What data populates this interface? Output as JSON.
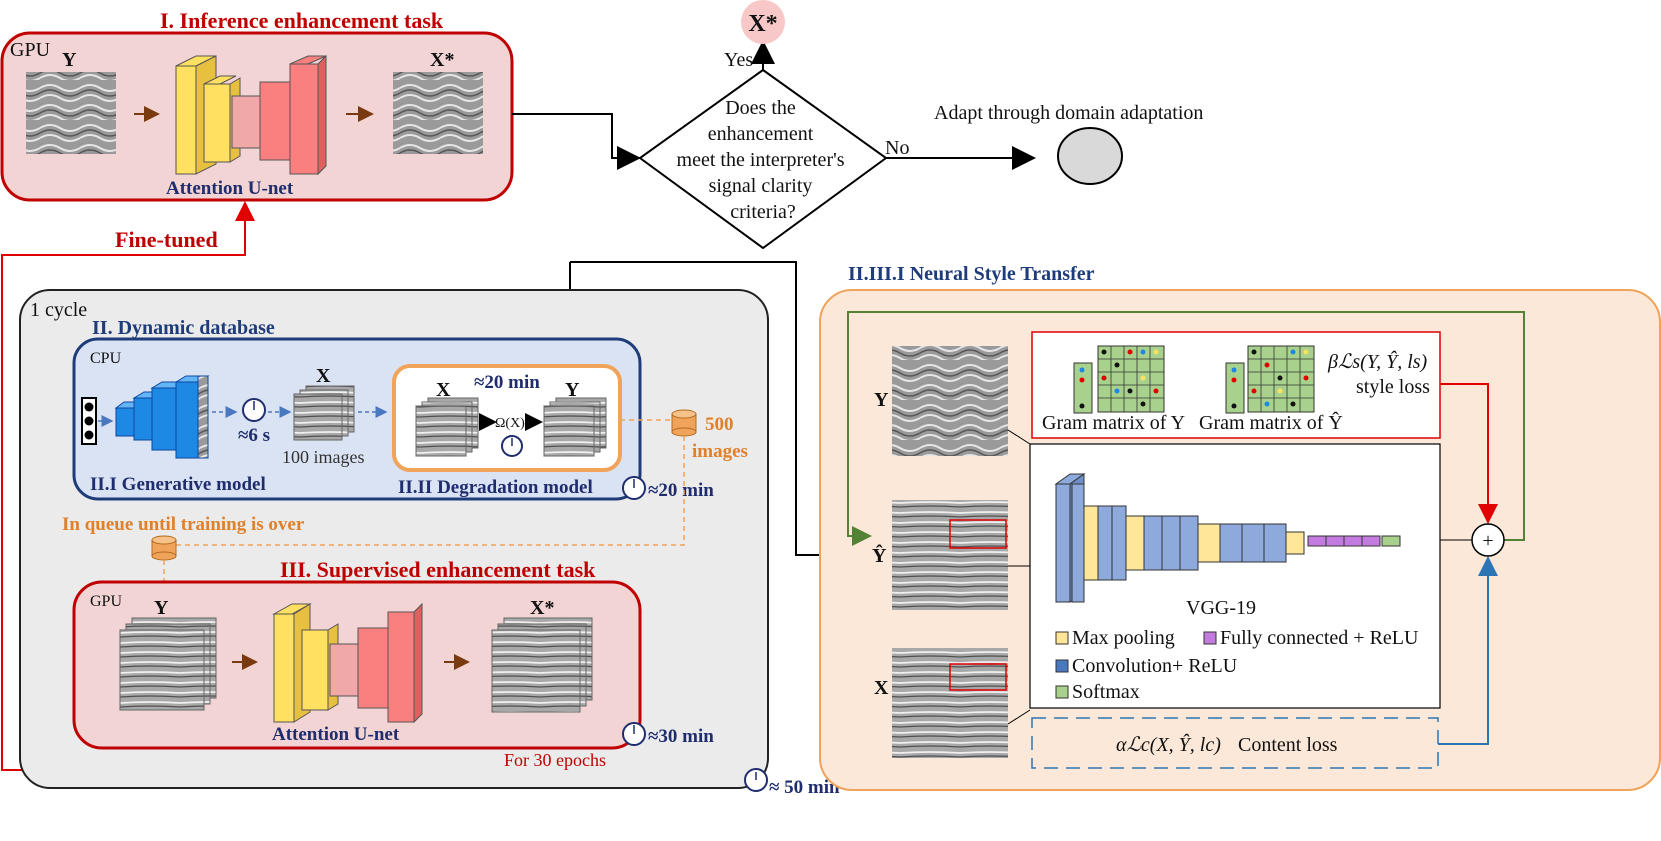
{
  "inference": {
    "title": "I. Inference enhancement task",
    "device": "GPU",
    "input": "Y",
    "output": "X*",
    "model": "Attention U-net"
  },
  "fine_tuned": "Fine-tuned",
  "decision": {
    "question": [
      "Does the",
      "enhancement",
      "meet the interpreter's",
      "signal clarity",
      "criteria?"
    ],
    "yes": "Yes",
    "no": "No",
    "result": "X*",
    "adapt": "Adapt through domain adaptation"
  },
  "cycle": {
    "label": "1 cycle",
    "total_time": "≈ 50 min"
  },
  "dynamic_db": {
    "title": "II. Dynamic database",
    "device": "CPU",
    "gen_title": "II.I Generative model",
    "gen_time": "≈6 s",
    "x_label": "X",
    "count": "100 images",
    "deg_title": "II.II Degradation model",
    "deg_x": "X",
    "deg_y": "Y",
    "deg_time": "≈20 min",
    "omega": "Ω(X)",
    "db_time": "≈20 min",
    "store_count": "500",
    "store_unit": "images"
  },
  "queue": "In queue until training is over",
  "supervised": {
    "title": "III. Supervised enhancement task",
    "device": "GPU",
    "input": "Y",
    "output": "X*",
    "model": "Attention U-net",
    "time": "≈30 min",
    "epochs": "For 30 epochs"
  },
  "nst": {
    "title": "II.III.I Neural Style Transfer",
    "y_label": "Y",
    "yhat_label": "Ŷ",
    "x_label": "X",
    "gram_y": "Gram matrix of Y",
    "gram_yhat": "Gram matrix of Ŷ",
    "style_formula": "βℒs(Y, Ŷ, ls)",
    "style_loss": "style loss",
    "vgg": "VGG-19",
    "legend": [
      "Max pooling",
      "Fully connected + ReLU",
      "Convolution+ ReLU",
      "Softmax"
    ],
    "content_formula": "αℒc(X, Ŷ, lc)",
    "content_loss": "Content loss",
    "plus": "+"
  },
  "colors": {
    "red": "#c00000",
    "pink_fill": "#f2d4d4",
    "navy": "#1f3c7a",
    "blue_fill": "#dae3f3",
    "orange": "#f0a35a",
    "peach_fill": "#fbe8d8",
    "gray_fill": "#ebebeb",
    "unet_yellow": "#ffe060",
    "unet_pink": "#f0a8a8",
    "unet_red": "#fa7f7f",
    "gen_blue": "#1e88e5",
    "vgg_conv": "#8ea9db",
    "vgg_pool": "#ffe699",
    "vgg_fc": "#c47be0",
    "vgg_soft": "#a9d18e"
  }
}
